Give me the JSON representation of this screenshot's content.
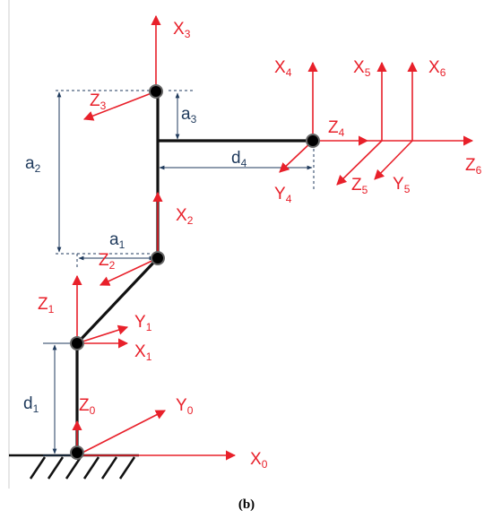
{
  "caption": "(b)",
  "frames": [
    {
      "x": "X",
      "x_sub": "0",
      "y": "Y",
      "y_sub": "0",
      "z": "Z",
      "z_sub": "0"
    },
    {
      "x": "X",
      "x_sub": "1",
      "y": "Y",
      "y_sub": "1",
      "z": "Z",
      "z_sub": "1"
    },
    {
      "x": "X",
      "x_sub": "2",
      "z": "Z",
      "z_sub": "2"
    },
    {
      "x": "X",
      "x_sub": "3",
      "z": "Z",
      "z_sub": "3"
    },
    {
      "x": "X",
      "x_sub": "4",
      "y": "Y",
      "y_sub": "4",
      "z": "Z",
      "z_sub": "4"
    },
    {
      "x": "X",
      "x_sub": "5",
      "y": "Y",
      "y_sub": "5",
      "z": "Z",
      "z_sub": "5"
    },
    {
      "x": "X",
      "x_sub": "6",
      "z": "Z",
      "z_sub": "6"
    }
  ],
  "dimensions": {
    "d1": {
      "main": "d",
      "sub": "1"
    },
    "a1": {
      "main": "a",
      "sub": "1"
    },
    "a2": {
      "main": "a",
      "sub": "2"
    },
    "a3": {
      "main": "a",
      "sub": "3"
    },
    "d4": {
      "main": "d",
      "sub": "4"
    }
  },
  "colors": {
    "axis": "#e8202a",
    "link": "#111111",
    "dimension": "#1f3a5c"
  }
}
